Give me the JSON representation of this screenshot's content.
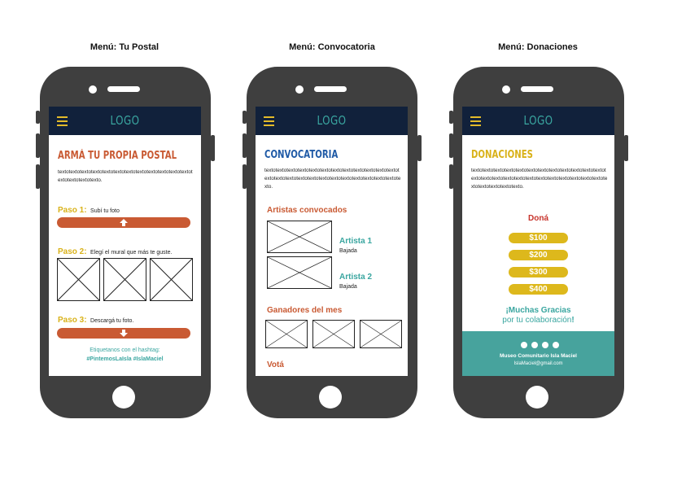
{
  "captions": {
    "postal": "Menú: Tu Postal",
    "convocatoria": "Menú: Convocatoria",
    "donaciones": "Menú: Donaciones"
  },
  "logo": "LOGO",
  "postal": {
    "title": "ARMÁ TU PROPIA POSTAL",
    "text": "textotextotextotextotextotextotextotextotextotextotextotextotextotextotextotexto.",
    "paso1_label": "Paso 1:",
    "paso1_text": "Subí tu foto",
    "paso2_label": "Paso 2:",
    "paso2_text": "Elegí el mural que más te guste.",
    "paso3_label": "Paso 3:",
    "paso3_text": "Descargá tu foto.",
    "hashtag_intro": "Etiquetanos con el hashtag:",
    "hashtags": "#PintemosLaIsla #IslaMaciel"
  },
  "convocatoria": {
    "title": "CONVOCATORIA",
    "text": "textotextotextotextotextotextotextotextotextotextotextotextotextotextotextotextotextotextotextotextotextotextotextotextotexto.",
    "artistas_heading": "Artistas convocados",
    "artista1": "Artista 1",
    "artista1_bio": "Bajada",
    "artista2": "Artista 2",
    "artista2_bio": "Bajada",
    "ganadores_heading": "Ganadores del mes",
    "vota_heading": "Votá"
  },
  "donaciones": {
    "title": "DONACIONES",
    "text": "textotextotextotextotextotextotextotextotextotextotextotextotextotextotextotextotextotextotextotextotextotextotextotextotextotextotextotextotexto.",
    "dona_heading": "Doná",
    "amounts": [
      "$100",
      "$200",
      "$300",
      "$400"
    ],
    "thanks": "¡Muchas Gracias",
    "thanks_sub_pre": "por tu colaboración",
    "thanks_sub_end": "!",
    "museum": "Museo Comunitario Isla Maciel",
    "email": "IslaMaciel@gmail.com"
  },
  "colors": {
    "header": "#11213b",
    "accent_orange": "#c95a33",
    "accent_teal": "#3aa6a0",
    "accent_gold": "#ddb81c",
    "phone": "#3f3f3f"
  },
  "icons": [
    "hamburger-menu-icon",
    "upload-arrow-icon",
    "download-arrow-icon",
    "facebook-icon",
    "twitter-icon",
    "pinterest-icon",
    "instagram-icon",
    "image-placeholder-icon"
  ]
}
